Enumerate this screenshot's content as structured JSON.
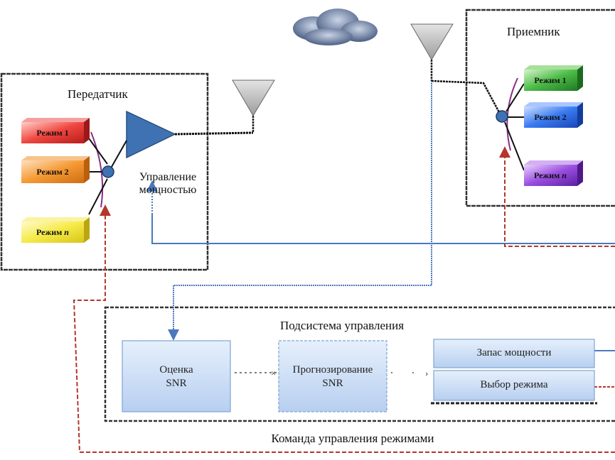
{
  "transmitter": {
    "title": "Передатчик",
    "modes": [
      "Режим 1",
      "Режим 2",
      "Режим n"
    ],
    "power_control_line1": "Управление",
    "power_control_line2": "мощностью"
  },
  "receiver": {
    "title": "Приемник",
    "modes": [
      "Режим 1",
      "Режим 2",
      "Режим n"
    ]
  },
  "control_subsystem": {
    "title": "Подсистема управления",
    "snr_estimate_line1": "Оценка",
    "snr_estimate_line2": "SNR",
    "snr_forecast_line1": "Прогнозирование",
    "snr_forecast_line2": "SNR",
    "power_margin": "Запас мощности",
    "mode_select": "Выбор режима"
  },
  "mode_command": "Команда управления режимами",
  "colors": {
    "mode1_tx": "#e8343a",
    "mode2_tx": "#f08a2a",
    "moden_tx": "#f4e23a",
    "mode1_rx": "#39a33c",
    "mode2_rx": "#2f6fe0",
    "moden_rx": "#8a3fd0",
    "amplifier": "#3f72b3",
    "feedback_red": "#b5362b",
    "feedback_blue": "#4a79bd",
    "box_fill": "#c9dcf4"
  }
}
